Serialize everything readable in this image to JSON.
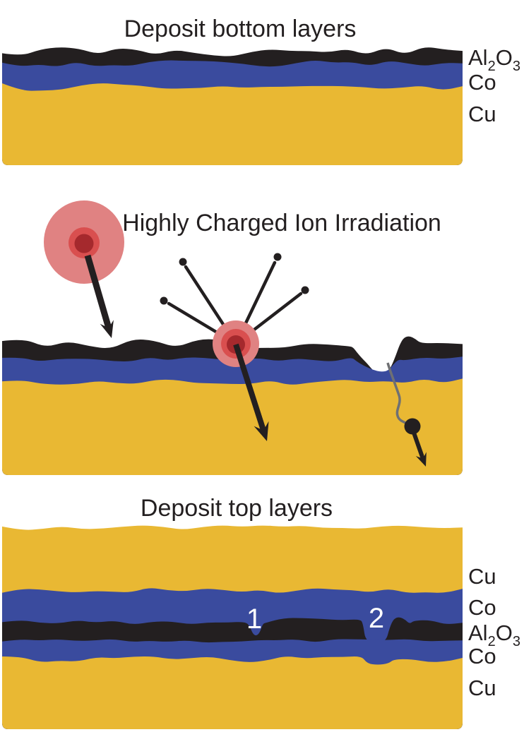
{
  "figure": {
    "panel1_title": "Deposit bottom layers",
    "panel2_title": "Highly Charged Ion Irradiation",
    "panel3_title": "Deposit top layers"
  },
  "chem": {
    "al": "Al",
    "sub2": "2",
    "o": "O",
    "sub3": "3",
    "co": "Co",
    "cu": "Cu"
  },
  "defects": {
    "defect1": "1",
    "defect2": "2"
  },
  "colors": {
    "background": "#ffffff",
    "al2o3": "#231f20",
    "co": "#3a4b9e",
    "cu": "#e9b833",
    "ion_outer": "#e08282",
    "ion_mid": "#d94f4f",
    "ion_core": "#a5292d",
    "track_gray": "#6f7073",
    "text": "#231f20",
    "defect_label": "#ffffff"
  }
}
